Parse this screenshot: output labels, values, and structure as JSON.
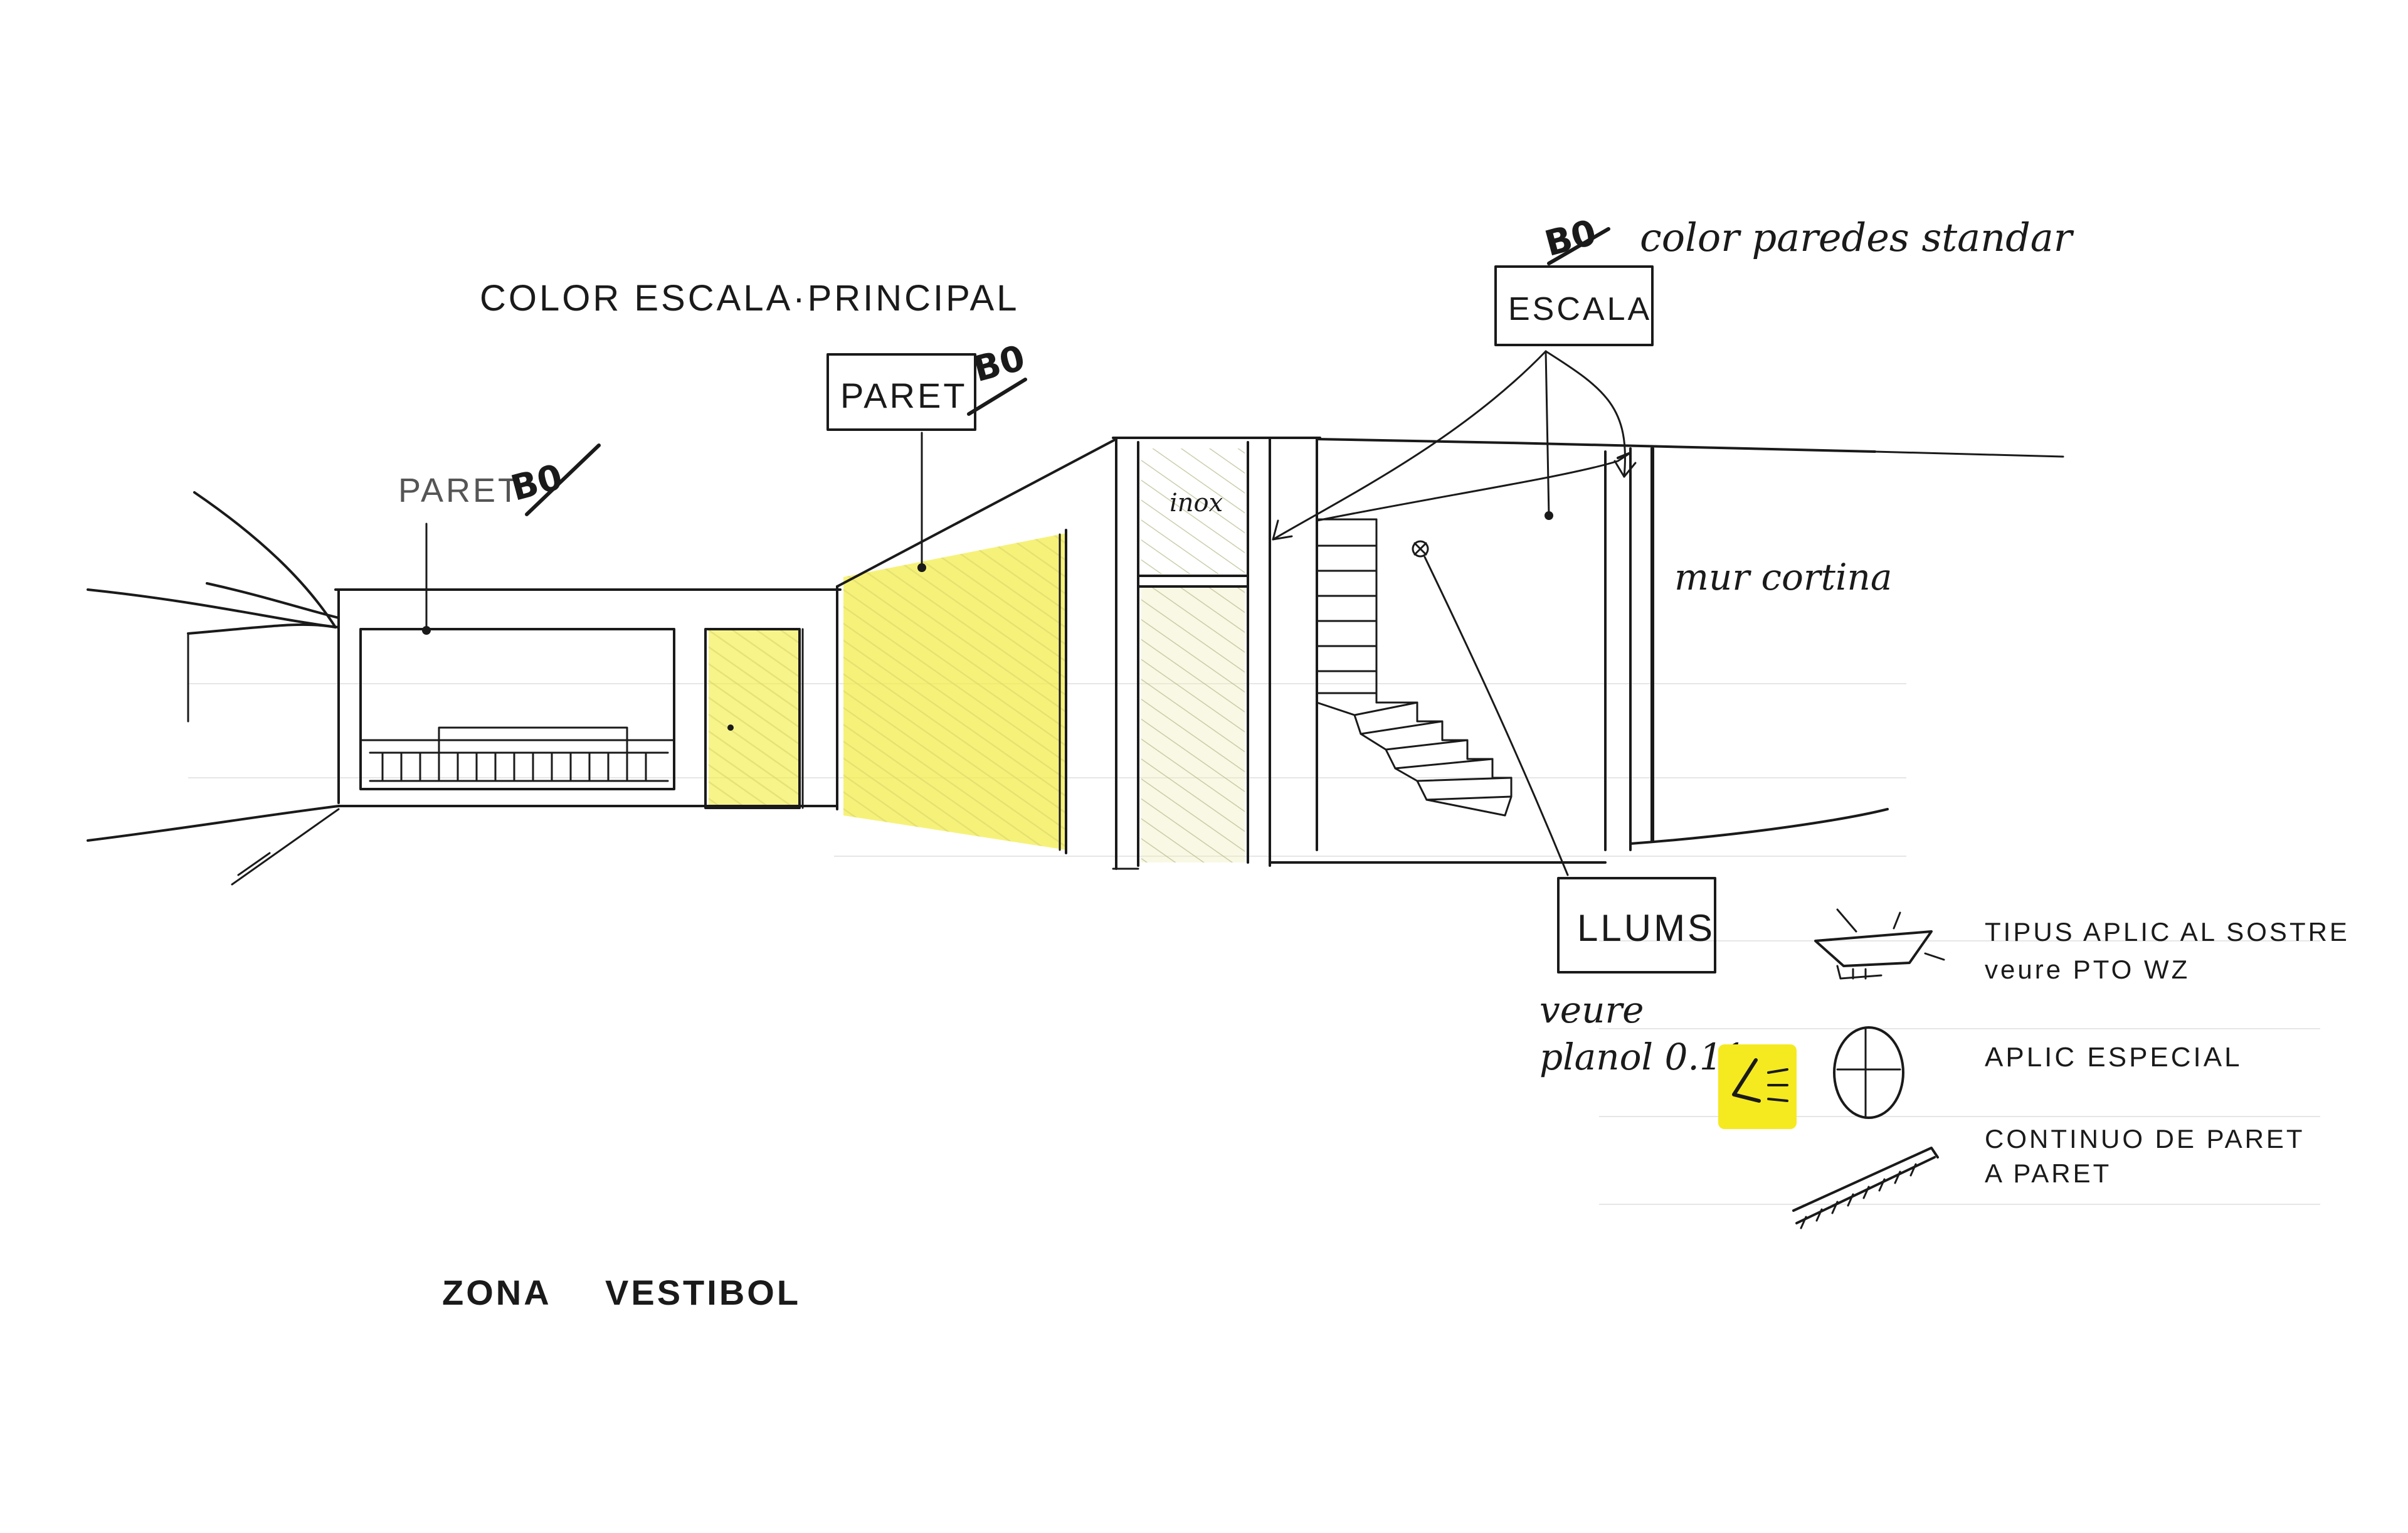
{
  "colors": {
    "ink": "#1a1a1a",
    "yellow_marker": "#f3ee4c",
    "highlight": "#f5ea1f",
    "ruled_line": "#e6e6e6"
  },
  "labels": {
    "title_color_escala": "COLOR ESCALA·PRINCIPAL",
    "color_paredes": "color paredes standar",
    "escala_box": "ESCALA",
    "paret_box": "PARET",
    "paret_left": "PARET",
    "code_b0": "B0",
    "inox": "inox",
    "mur_cortina": "mur cortina",
    "llums_box": "LLUMS",
    "veure_planol_1": "veure",
    "veure_planol_2": "planol 0.11",
    "zona_vestibol_1": "ZONA",
    "zona_vestibol_2": "VESTIBOL"
  },
  "legend": [
    {
      "icon": "ceiling-light-icon",
      "line1": "TIPUS APLIC AL SOSTRE",
      "line2": "veure PTO WZ"
    },
    {
      "icon": "round-wall-lamp-icon",
      "line1": "APLIC ESPECIAL",
      "line2": ""
    },
    {
      "icon": "linear-light-icon",
      "line1": "CONTINUO DE PARET",
      "line2": "A PARET"
    }
  ]
}
